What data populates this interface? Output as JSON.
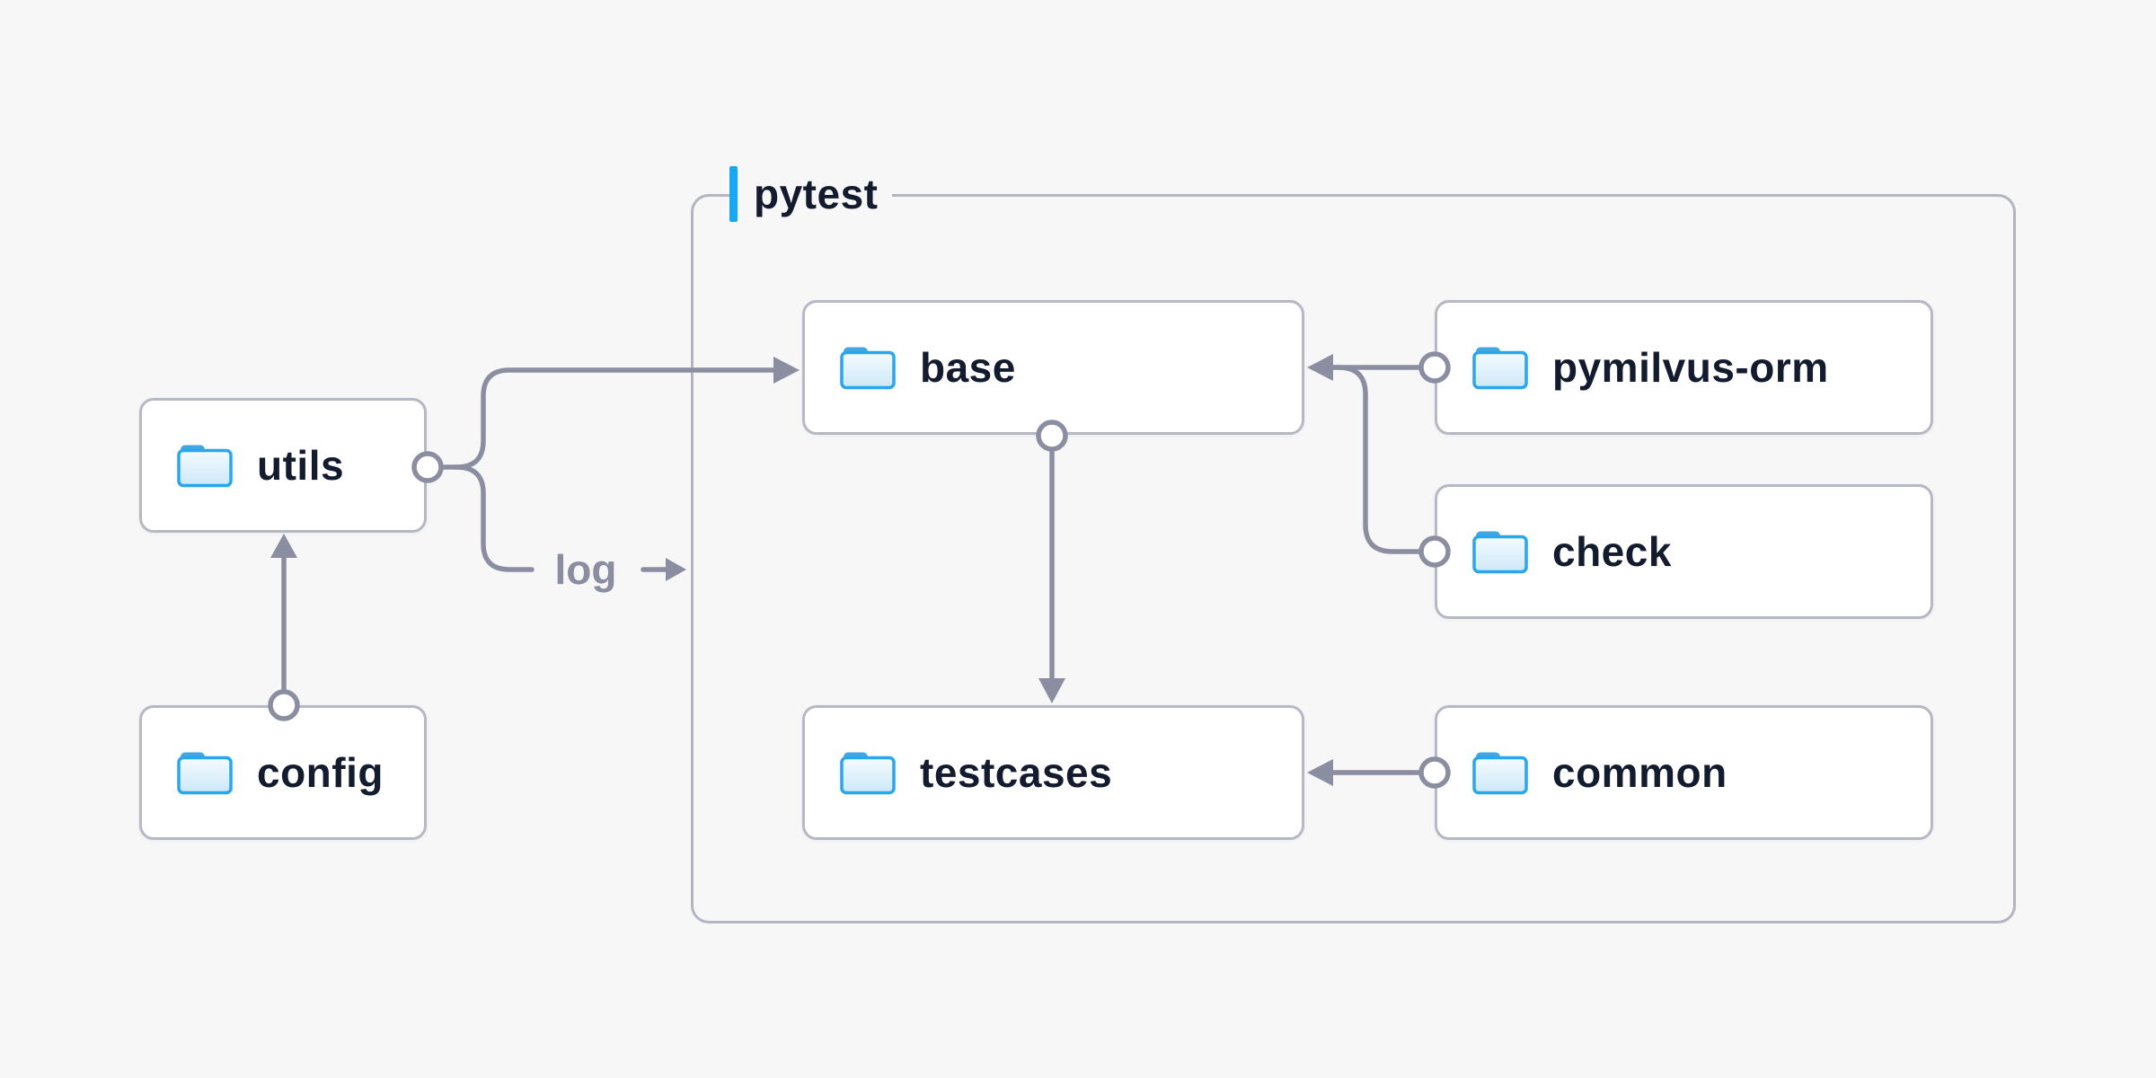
{
  "diagram": {
    "background": "#f7f7f8",
    "container": {
      "label": "pytest"
    },
    "nodes": {
      "utils": {
        "label": "utils",
        "icon": "folder-icon"
      },
      "config": {
        "label": "config",
        "icon": "folder-icon"
      },
      "base": {
        "label": "base",
        "icon": "folder-icon"
      },
      "pymilvus_orm": {
        "label": "pymilvus-orm",
        "icon": "folder-icon"
      },
      "check": {
        "label": "check",
        "icon": "folder-icon"
      },
      "testcases": {
        "label": "testcases",
        "icon": "folder-icon"
      },
      "common": {
        "label": "common",
        "icon": "folder-icon"
      }
    },
    "edges": [
      {
        "from": "config",
        "to": "utils"
      },
      {
        "from": "utils",
        "to": "base"
      },
      {
        "from": "utils",
        "to": "pytest-group",
        "label": "log"
      },
      {
        "from": "base",
        "to": "testcases"
      },
      {
        "from": "pymilvus-orm",
        "to": "base"
      },
      {
        "from": "check",
        "to": "base"
      },
      {
        "from": "common",
        "to": "testcases"
      }
    ],
    "colors": {
      "background": "#f7f7f8",
      "node_background": "#ffffff",
      "node_border": "#b6b8c4",
      "group_border": "#b3b5c1",
      "connector_gray": "#8a8ea0",
      "label_navy": "#131b2e",
      "accent_blue": "#16a9f1",
      "folder_stroke": "#28a6ee",
      "folder_tab": "#44a6e0",
      "folder_fill_top": "#f4fbff",
      "folder_fill_bottom": "#cde8f8"
    }
  }
}
